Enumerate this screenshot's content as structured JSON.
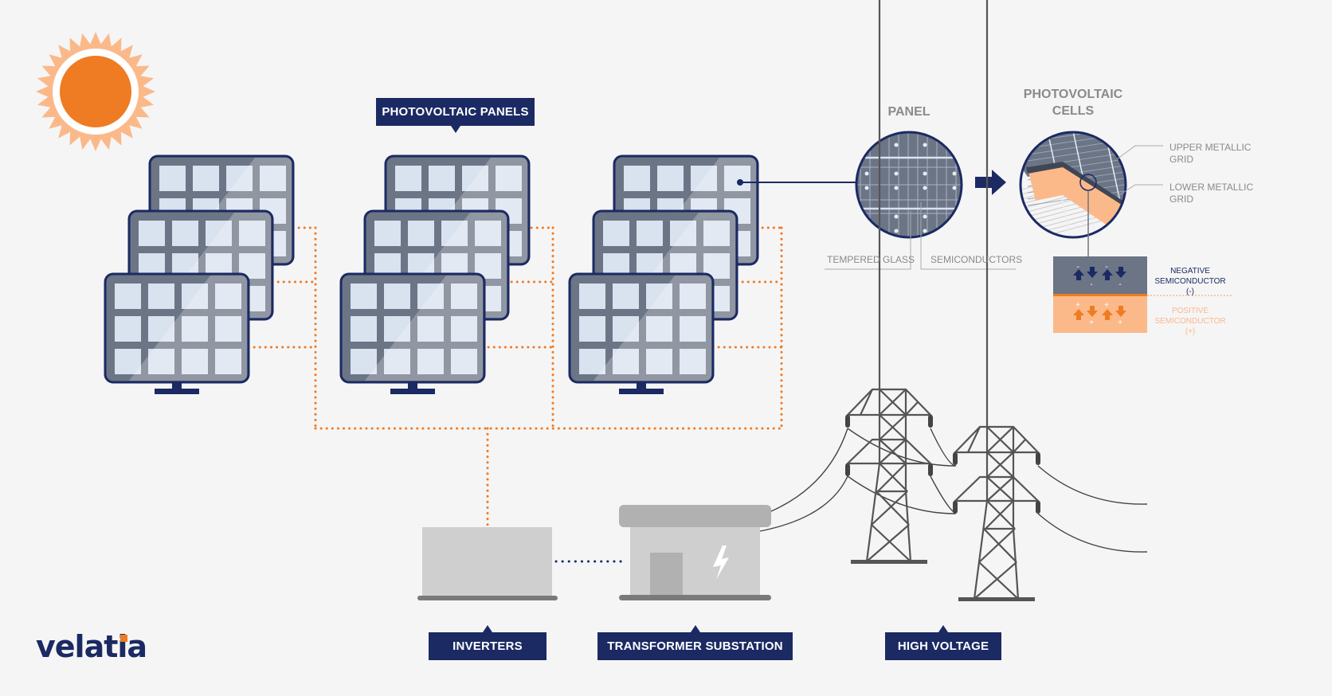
{
  "title_labels": {
    "photovoltaic_panels": "PHOTOVOLTAIC PANELS",
    "inverters": "INVERTERS",
    "transformer_substation": "TRANSFORMER SUBSTATION",
    "high_voltage": "HIGH VOLTAGE"
  },
  "detail": {
    "panel_heading": "PANEL",
    "cells_heading_line1": "PHOTOVOLTAIC",
    "cells_heading_line2": "CELLS",
    "tempered_glass": "TEMPERED GLASS",
    "semiconductors": "SEMICONDUCTORS",
    "upper_grid_line1": "UPPER METALLIC",
    "upper_grid_line2": "GRID",
    "lower_grid_line1": "LOWER METALLIC",
    "lower_grid_line2": "GRID",
    "negative_line1": "NEGATIVE",
    "negative_line2": "SEMICONDUCTOR (-)",
    "positive_line1": "POSITIVE",
    "positive_line2": "SEMICONDUCTOR (+)"
  },
  "logo": {
    "text": "velatia"
  },
  "icons": [
    "sun-icon",
    "solar-panel-icon",
    "inverter-icon",
    "substation-icon",
    "lightning-icon",
    "power-tower-icon",
    "arrow-right-icon"
  ],
  "colors": {
    "navy": "#1b2a63",
    "orange": "#ef7b22",
    "peach": "#fbb98a",
    "panel_frame": "#6b7585",
    "cell": "#d9e2ef",
    "grey_light": "#cfcfcf",
    "grey_mid": "#b1b1b1",
    "tower": "#555555",
    "background": "#f5f5f5"
  }
}
